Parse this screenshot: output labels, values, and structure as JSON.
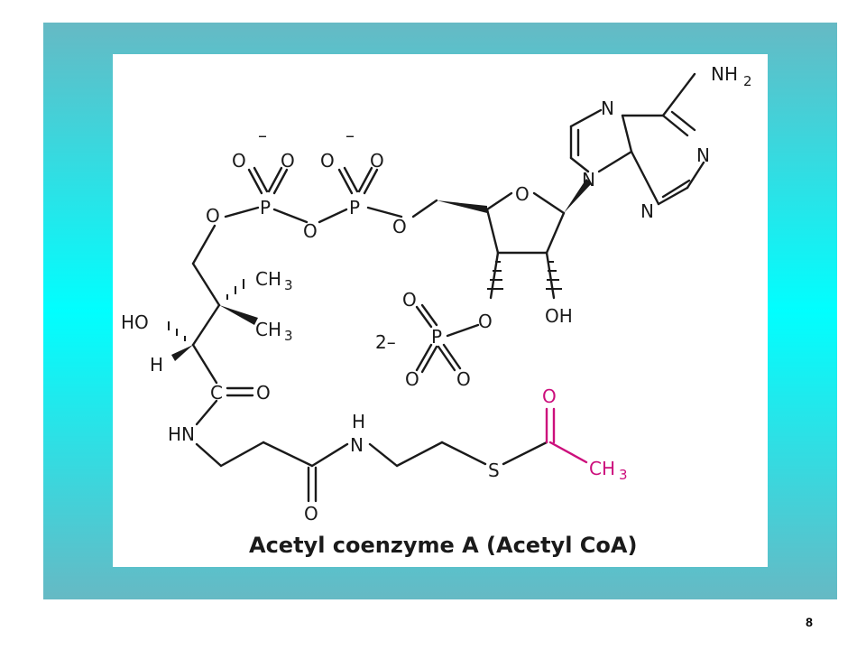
{
  "slide_number": "8",
  "caption": "Acetyl coenzyme A (Acetyl CoA)",
  "colors": {
    "frame_edge": "#66b9c4",
    "frame_center": "#00ffff",
    "acetyl_highlight": "#cc0f7c"
  },
  "atoms": {
    "NH": "NH",
    "sub2": "2",
    "N": "N",
    "O": "O",
    "P": "P",
    "S": "S",
    "H": "H",
    "OH": "OH",
    "HO": "HO",
    "HN": "HN",
    "C": "C",
    "CH": "CH",
    "sub3": "3",
    "minus": "–",
    "two_minus": "2–"
  }
}
